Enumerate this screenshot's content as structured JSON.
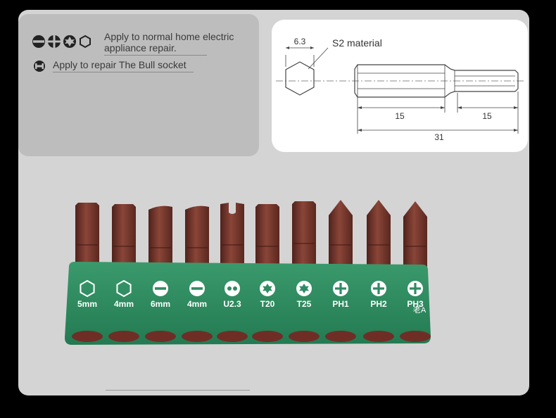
{
  "info_panel": {
    "line1_text1": "Apply to normal home electric",
    "line1_text2": "appliance repair.",
    "line2_text": "Apply to repair The Bull socket"
  },
  "drawing": {
    "dim_width": "6.3",
    "material_label": "S2 material",
    "dim_seg1": "15",
    "dim_seg2": "15",
    "dim_total": "31"
  },
  "bits": [
    {
      "label": "5mm",
      "symbol": "hex"
    },
    {
      "label": "4mm",
      "symbol": "hex"
    },
    {
      "label": "6mm",
      "symbol": "slot"
    },
    {
      "label": "4mm",
      "symbol": "slot"
    },
    {
      "label": "U2.3",
      "symbol": "u"
    },
    {
      "label": "T20",
      "symbol": "torx"
    },
    {
      "label": "T25",
      "symbol": "torx"
    },
    {
      "label": "PH1",
      "symbol": "phillips"
    },
    {
      "label": "PH2",
      "symbol": "phillips"
    },
    {
      "label": "PH3",
      "symbol": "phillips"
    }
  ],
  "brand_mark": "老A",
  "colors": {
    "holder_green": "#2e8c62",
    "bit_metal": "#7a3a30",
    "card_bg": "#d4d4d4"
  }
}
